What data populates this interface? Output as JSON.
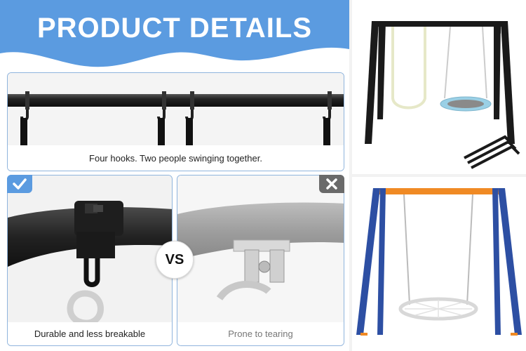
{
  "banner": {
    "title": "PRODUCT DETAILS"
  },
  "panels": {
    "top_caption": "Four hooks. Two people swinging together.",
    "left_caption": "Durable and less breakable",
    "right_caption": "Prone to tearing",
    "vs_label": "VS"
  },
  "colors": {
    "banner_blue": "#5b9be0",
    "accent_orange": "#f08a24",
    "frame_blue": "#2d4fa3",
    "frame_black": "#1a1a1a"
  }
}
